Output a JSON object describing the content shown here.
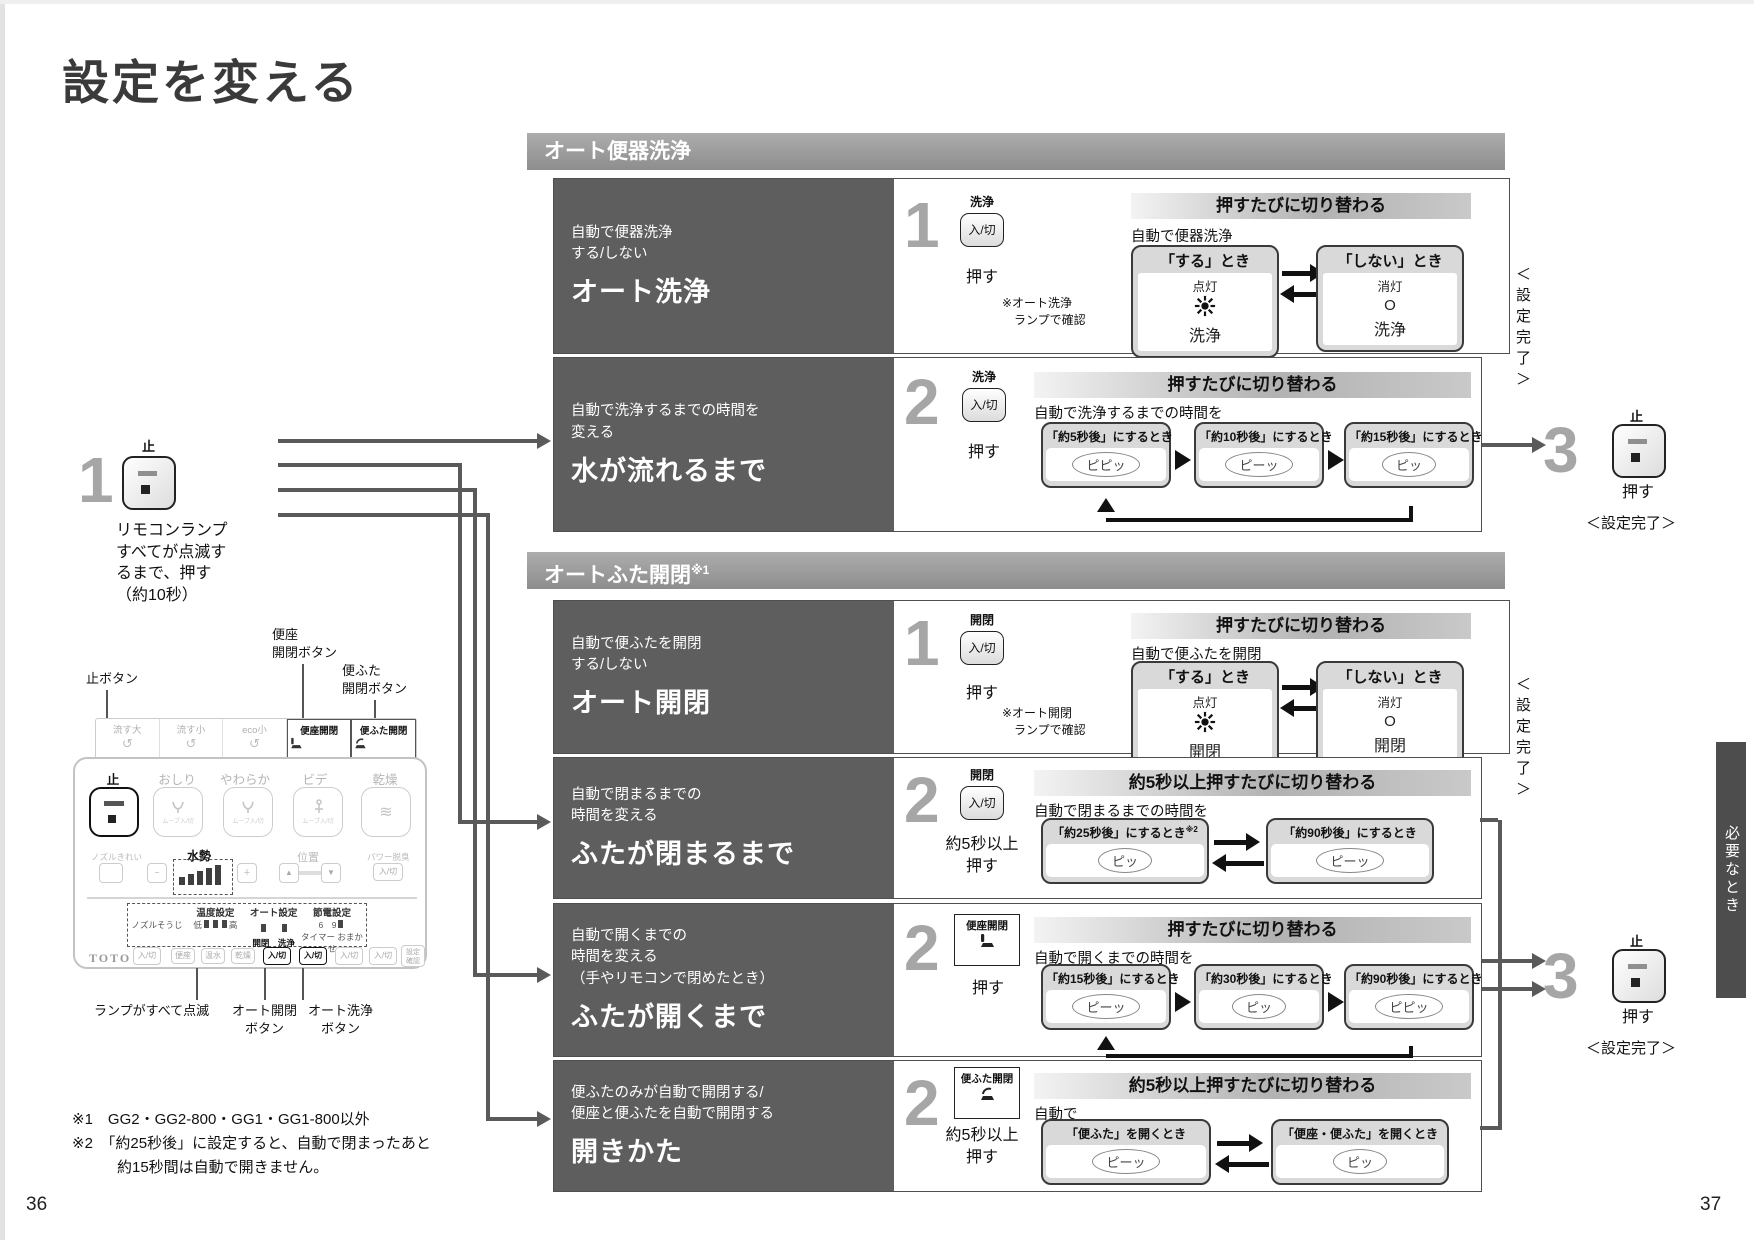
{
  "page": {
    "title": "設定を変える",
    "page_no_left": "36",
    "page_no_right": "37",
    "side_tab": "必要なとき"
  },
  "colors": {
    "panel_gray": "#5e5e5e",
    "section_bar_gray": "#979797",
    "step_number_gray": "#a6a6a6",
    "side_tab_gray": "#4d4d4d"
  },
  "step1": {
    "num": "1",
    "btn_label": "止",
    "desc": "リモコンランプ\nすべてが点滅す\nるまで、押す\n（約10秒）"
  },
  "step3": {
    "num": "3",
    "btn_label": "止",
    "press": "押す",
    "done": "＜設定完了＞"
  },
  "sections": [
    {
      "header": "オート便器洗浄",
      "sup": "",
      "rows": [
        {
          "left_small": "自動で便器洗浄\nする/しない",
          "left_title": "オート洗浄",
          "num": "1",
          "btn_top": "洗浄",
          "btn": "入/切",
          "press": "押す",
          "note": "※オート洗浄\n　ランプで確認",
          "hdr": "押すたびに切り替わる",
          "caption": "自動で便器洗浄",
          "on": {
            "head": "「する」とき",
            "state": "点灯",
            "label": "洗浄"
          },
          "off": {
            "head": "「しない」とき",
            "state": "消灯",
            "mark": "O",
            "label": "洗浄"
          },
          "done": "＜設定完了＞"
        },
        {
          "left_small": "自動で洗浄するまでの時間を\n変える",
          "left_title": "水が流れるまで",
          "num": "2",
          "btn_top": "洗浄",
          "btn": "入/切",
          "press": "押す",
          "hdr": "押すたびに切り替わる",
          "caption": "自動で洗浄するまでの時間を",
          "options": [
            {
              "head": "「約5秒後」にするとき",
              "sup": "",
              "sound": "ピピッ"
            },
            {
              "head": "「約10秒後」にするとき",
              "sup": "",
              "sound": "ピーッ"
            },
            {
              "head": "「約15秒後」にするとき",
              "sup": "",
              "sound": "ピッ"
            }
          ]
        }
      ]
    },
    {
      "header": "オートふた開閉",
      "sup": "※1",
      "rows": [
        {
          "left_small": "自動で便ふたを開閉\nする/しない",
          "left_title": "オート開閉",
          "num": "1",
          "btn_top": "開閉",
          "btn": "入/切",
          "press": "押す",
          "note": "※オート開閉\n　ランプで確認",
          "hdr": "押すたびに切り替わる",
          "caption": "自動で便ふたを開閉",
          "on": {
            "head": "「する」とき",
            "state": "点灯",
            "label": "開閉"
          },
          "off": {
            "head": "「しない」とき",
            "state": "消灯",
            "mark": "O",
            "label": "開閉"
          },
          "done": "＜設定完了＞"
        },
        {
          "left_small": "自動で閉まるまでの\n時間を変える",
          "left_title": "ふたが閉まるまで",
          "num": "2",
          "btn_top": "開閉",
          "btn": "入/切",
          "press": "約5秒以上\n押す",
          "hdr": "約5秒以上押すたびに切り替わる",
          "caption": "自動で閉まるまでの時間を",
          "options": [
            {
              "head": "「約25秒後」にするとき",
              "sup": "※2",
              "sound": "ピッ"
            },
            {
              "head": "「約90秒後」にするとき",
              "sup": "",
              "sound": "ピーッ"
            }
          ]
        },
        {
          "left_small": "自動で開くまでの\n時間を変える\n（手やリモコンで閉めたとき）",
          "left_title": "ふたが開くまで",
          "num": "2",
          "btn_box": "便座開閉",
          "press": "押す",
          "hdr": "押すたびに切り替わる",
          "caption": "自動で開くまでの時間を",
          "options": [
            {
              "head": "「約15秒後」にするとき",
              "sup": "",
              "sound": "ピーッ"
            },
            {
              "head": "「約30秒後」にするとき",
              "sup": "",
              "sound": "ピッ"
            },
            {
              "head": "「約90秒後」にするとき",
              "sup": "",
              "sound": "ピピッ"
            }
          ]
        },
        {
          "left_small": "便ふたのみが自動で開閉する/\n便座と便ふたを自動で開閉する",
          "left_title": "開きかた",
          "num": "2",
          "btn_box": "便ふた開閉",
          "press": "約5秒以上\n押す",
          "hdr": "約5秒以上押すたびに切り替わる",
          "caption": "自動で",
          "options": [
            {
              "head": "「便ふた」を開くとき",
              "sup": "",
              "sound": "ピーッ"
            },
            {
              "head": "「便座・便ふた」を開くとき",
              "sup": "",
              "sound": "ピッ"
            }
          ]
        }
      ]
    }
  ],
  "remote": {
    "callouts": {
      "stop": "止ボタン",
      "seat": "便座\n開閉ボタン",
      "lid": "便ふた\n開閉ボタン",
      "lamps": "ランプがすべて点滅",
      "auto_oc": "オート開閉\nボタン",
      "auto_wash": "オート洗浄\nボタン"
    },
    "top_row": [
      "流す大",
      "流す小",
      "eco小",
      "便座開閉",
      "便ふた開閉"
    ],
    "main_labels": [
      "止",
      "おしり",
      "やわらか",
      "ビデ",
      "乾燥"
    ],
    "move": "ムーブ入/切",
    "mid": {
      "nozzle": "ノズルきれい",
      "water": "水勢",
      "minus": "−",
      "plus": "＋",
      "position": "位置",
      "power": "パワー脱臭",
      "onoff": "入/切"
    },
    "bottom": {
      "nozzle_clean": "ノズルそうじ",
      "temp": "温度設定",
      "low": "低",
      "high": "高",
      "auto": "オート設定",
      "open": "開閉",
      "wash": "洗浄",
      "eco": "節電設定",
      "timer_marks": "6　9",
      "timer": "タイマー",
      "auto_save": "おまかせ",
      "onoff": "入/切",
      "seat": "便座",
      "warm": "温水",
      "dry": "乾燥",
      "confirm": "設定\n確認",
      "brand": "TOTO"
    }
  },
  "footnotes": "※1　GG2・GG2-800・GG1・GG1-800以外\n※2　「約25秒後」に設定すると、自動で閉まったあと\n　　　約15秒間は自動で開きません。"
}
